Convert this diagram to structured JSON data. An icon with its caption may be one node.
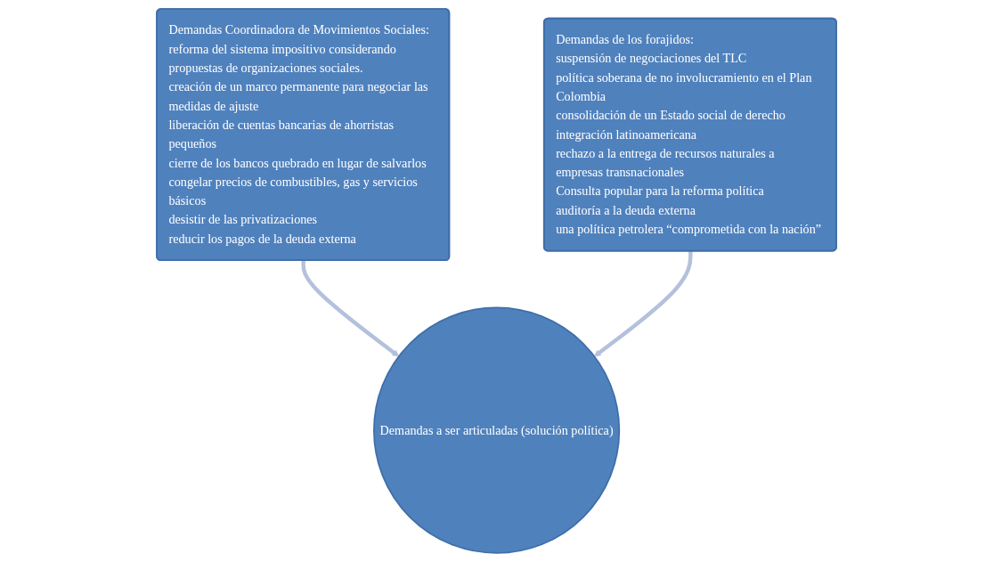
{
  "diagram": {
    "nodes": [
      {
        "text": [
          "Demandas Coordinadora de Movimientos Sociales:",
          "reforma del sistema impositivo considerando propuestas de organizaciones sociales.",
          "creación de un marco permanente para negociar las medidas de ajuste",
          "liberación de cuentas bancarias de ahorristas pequeños",
          "cierre de los bancos quebrado en lugar de salvarlos",
          "congelar precios de combustibles, gas y servicios básicos",
          "desistir de las privatizaciones",
          "reducir los pagos de la deuda externa"
        ]
      },
      {
        "text": [
          "Demandas de los forajidos:",
          "suspensión de negociaciones del TLC",
          "política soberana de no involucramiento en el Plan Colombia",
          "consolidación de un Estado social de derecho",
          "integración latinoamericana",
          "rechazo a la entrega de recursos naturales a empresas transnacionales",
          "Consulta popular para la reforma política",
          "auditoría a la deuda externa",
          "una política petrolera “comprometida con la nación”"
        ]
      },
      {
        "text": [
          "Demandas a ser articuladas (solución política)"
        ]
      }
    ],
    "edges": [
      {
        "from": 0,
        "to": 2,
        "arrow": "to"
      },
      {
        "from": 1,
        "to": 2,
        "arrow": "to"
      }
    ]
  }
}
